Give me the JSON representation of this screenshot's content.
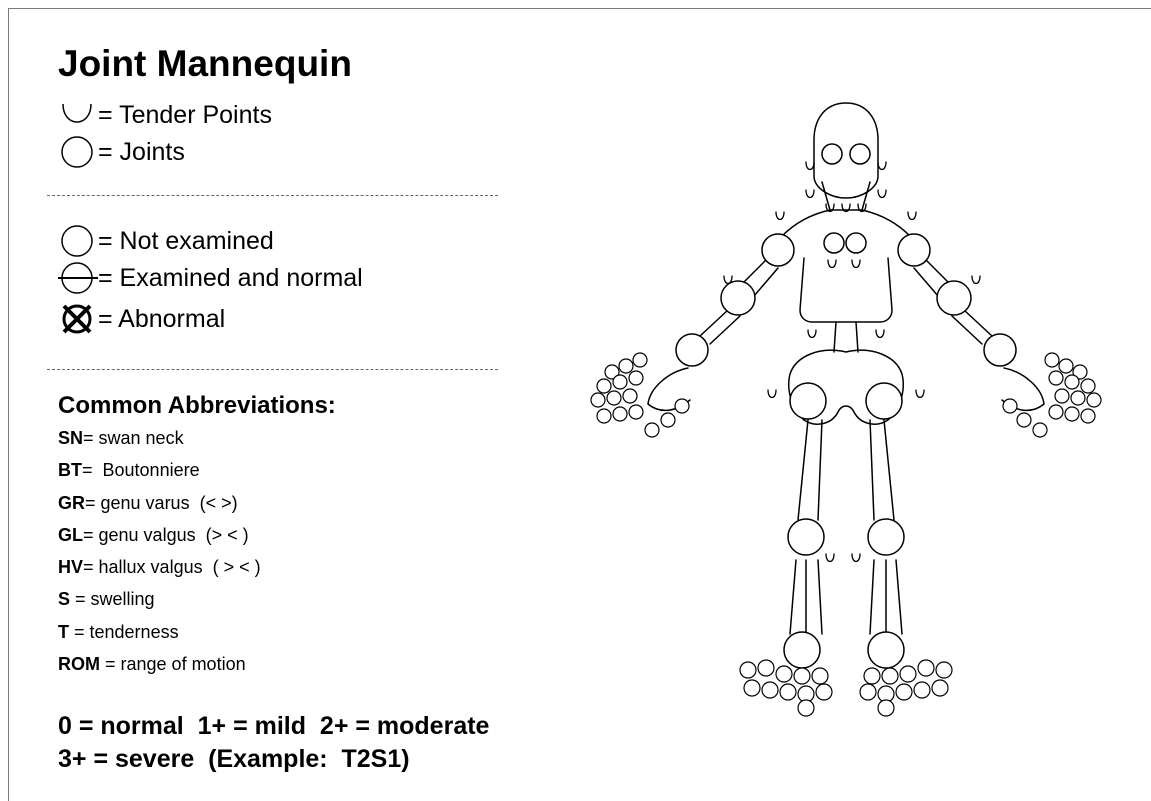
{
  "title": "Joint Mannequin",
  "symbol_key": [
    {
      "symbol": "tender-point",
      "label": "= Tender Points"
    },
    {
      "symbol": "joint",
      "label": "= Joints"
    }
  ],
  "status_key": [
    {
      "symbol": "circle",
      "label": "= Not examined"
    },
    {
      "symbol": "circle-with-line",
      "label": "= Examined and normal"
    },
    {
      "symbol": "circle-with-x",
      "label": "= Abnormal"
    }
  ],
  "abbreviations": {
    "heading": "Common Abbreviations:",
    "items": [
      {
        "code": "SN",
        "text": "= swan neck"
      },
      {
        "code": "BT",
        "text": "=  Boutonniere"
      },
      {
        "code": "GR",
        "text": "= genu varus  (< >)"
      },
      {
        "code": "GL",
        "text": "= genu valgus  (> < )"
      },
      {
        "code": "HV",
        "text": "= hallux valgus  ( > < )"
      },
      {
        "code": "S",
        "text": " = swelling"
      },
      {
        "code": "T",
        "text": " = tenderness"
      },
      {
        "code": "ROM",
        "text": " = range of motion"
      }
    ]
  },
  "severity_scale": {
    "line1": "0 = normal  1+ = mild  2+ = moderate",
    "line2": "3+ = severe  (Example:  T2S1)"
  }
}
